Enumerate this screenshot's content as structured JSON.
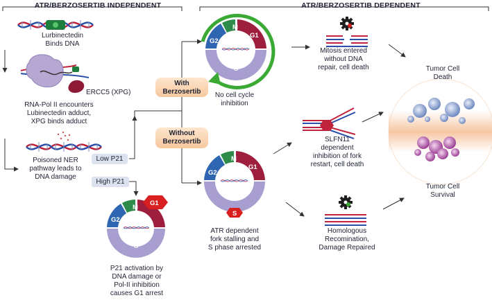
{
  "headers": {
    "independent": "ATR/BERZOSERTIB INDEPENDENT",
    "dependent": "ATR/BERZOSERTIB DEPENDENT"
  },
  "left": {
    "lurbinectedin": "Lurbinectedin\nBinds DNA",
    "ercc5": "ERCC5 (XPG)",
    "rnapol": "RNA-Pol II encounters\nLubinectedin adduct,\nXPG binds adduct",
    "ner": "Poisoned NER\npathway leads to\nDNA damage"
  },
  "p21": {
    "low": "Low P21",
    "high": "High P21",
    "arrest": "P21 activation by\nDNA damage or\nPol-II inhibition\ncauses G1 arrest"
  },
  "branches": {
    "with": "With\nBerzosertib",
    "without": "Without\nBerzosertib"
  },
  "cycle_top": {
    "caption": "No cell cycle\ninhibition"
  },
  "cycle_bottom": {
    "caption": "ATR dependent\nfork stalling and\nS phase arrested"
  },
  "phases": {
    "m": "M",
    "g1": "G1",
    "g2": "G2",
    "s": "S"
  },
  "outcomes": {
    "mitosis": "Mitosis entered\nwithout DNA\nrepair, cell death",
    "slfn11": "SLFN11\ndependent\ninhibition of fork\nrestart, cell death",
    "hr": "Homologous\nRecomination,\nDamage Repaired"
  },
  "tumor": {
    "death": "Tumor Cell\nDeath",
    "survival": "Tumor Cell\nSurvival"
  },
  "colors": {
    "m": "#2e8b4a",
    "g1": "#9e1f3d",
    "g2": "#2f66b2",
    "s": "#a89fd0",
    "arrow_green": "#3aaa35",
    "stop_red": "#d92020"
  }
}
